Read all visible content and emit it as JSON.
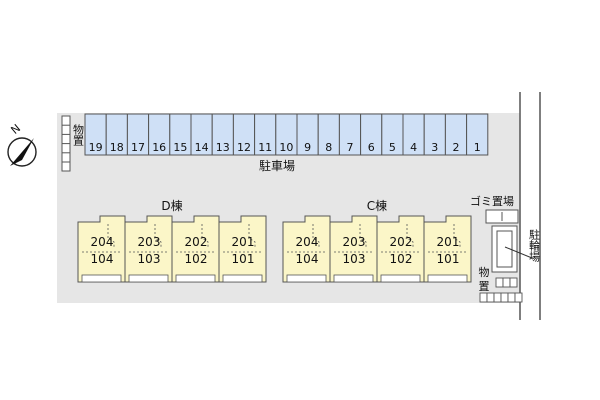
{
  "colors": {
    "lot": "#e6e6e6",
    "parking": "#cfe0f6",
    "building": "#fbf6c8",
    "stroke": "#555555",
    "accent": "#222222"
  },
  "compass": {
    "north_label": "N",
    "icon": "compass-north-icon"
  },
  "storage_left": {
    "label": "物置"
  },
  "parking": {
    "label": "駐車場",
    "spaces": [
      "19",
      "18",
      "17",
      "16",
      "15",
      "14",
      "13",
      "12",
      "11",
      "10",
      "9",
      "8",
      "7",
      "6",
      "5",
      "4",
      "3",
      "2",
      "1"
    ]
  },
  "buildings": [
    {
      "id": "D",
      "label": "D棟",
      "units": [
        {
          "upper": "204",
          "lower": "104"
        },
        {
          "upper": "203",
          "lower": "103"
        },
        {
          "upper": "202",
          "lower": "102"
        },
        {
          "upper": "201",
          "lower": "101"
        }
      ]
    },
    {
      "id": "C",
      "label": "C棟",
      "units": [
        {
          "upper": "204",
          "lower": "104"
        },
        {
          "upper": "203",
          "lower": "103"
        },
        {
          "upper": "202",
          "lower": "102"
        },
        {
          "upper": "201",
          "lower": "101"
        }
      ]
    }
  ],
  "garbage": {
    "label": "ゴミ置場"
  },
  "bicycle": {
    "label": "駐輪場"
  },
  "storage_right": {
    "label": "物置"
  }
}
